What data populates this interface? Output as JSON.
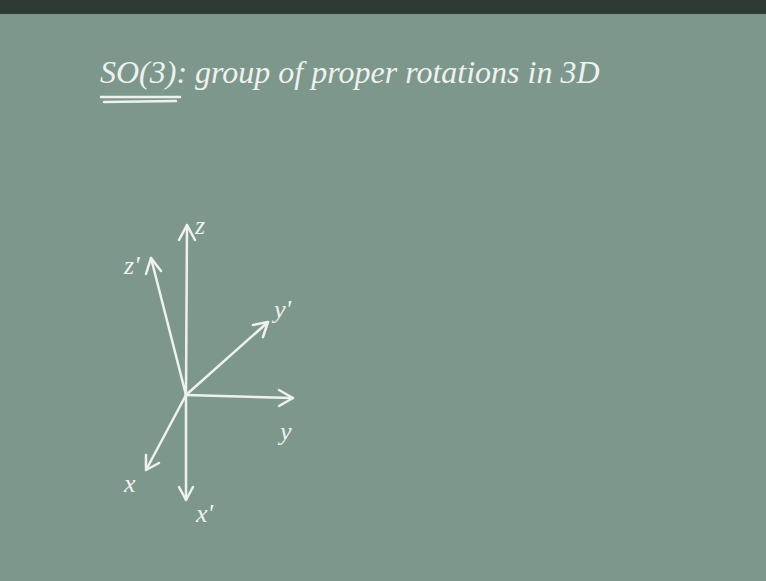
{
  "diagram": {
    "title": "SO(3): group of proper rotations in 3D",
    "labels": [
      "z",
      "z'",
      "y'",
      "y",
      "x",
      "x'"
    ]
  }
}
